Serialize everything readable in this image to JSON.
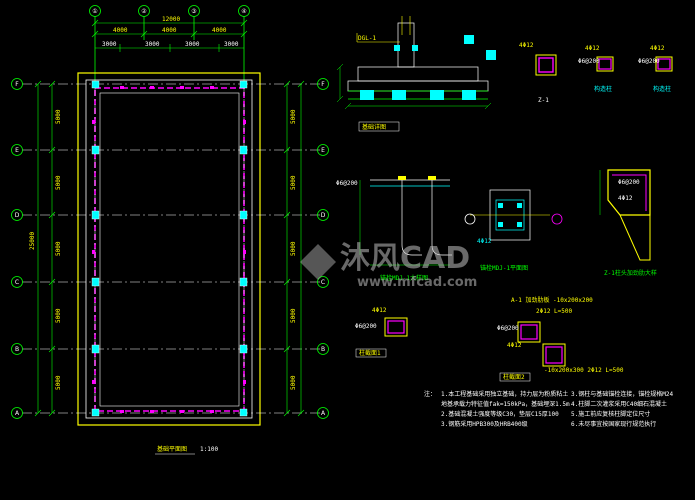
{
  "plan": {
    "title": "基础平面图",
    "scale": "1:100",
    "col_axes": [
      "①",
      "②",
      "③",
      "④"
    ],
    "row_axes_left": [
      "F",
      "E",
      "D",
      "C",
      "B",
      "A"
    ],
    "row_axes_right": [
      "F",
      "E",
      "D",
      "C",
      "B",
      "A"
    ],
    "top_total": "12000",
    "top_dims_upper": [
      "4000",
      "4000",
      "4000"
    ],
    "top_dims_lower": [
      "3000",
      "3000",
      "3000",
      "3000"
    ],
    "side_total": "25000",
    "side_dims": [
      "5000",
      "5000",
      "5000",
      "5000",
      "5000"
    ]
  },
  "details": {
    "foundation_section_tag": "DGL-1",
    "foundation_section_title": "基础详图",
    "anchor_a_title": "锚栓MDJ-1大样图",
    "anchor_b_title": "锚栓MDJ-1平面图",
    "cross_section_title": "Z-1柱头加劲肋大样",
    "gz_label": "构造柱",
    "section_1_label": "Z-1",
    "col_a_title": "柱截面1",
    "col_b_title": "柱截面2",
    "plate_spec": "A-1 加劲肋板 -10x200x200",
    "rebar_4d12": "4Φ12",
    "stirrup": "Φ6@200",
    "col_cap_note": "2Φ12  L=500",
    "col_plate_spec": "-10x200x300  2Φ12  L=500",
    "note_heading": "注：",
    "notes_left": [
      "1.本工程基础采用独立基础，持力层为粉质粘土",
      "地基承载力特征值fak=150kPa，基础埋深1.5m",
      "2.基础混凝土强度等级C30，垫层C15厚100",
      "3.钢筋采用HPB300及HRB400级"
    ],
    "notes_right": [
      "3.钢柱与基础锚栓连接，锚栓规格M24",
      "4.柱脚二次灌浆采用C40细石混凝土",
      "5.施工前应复核柱脚定位尺寸",
      "6.未尽事宜按国家现行规范执行"
    ]
  },
  "watermark": {
    "brand": "沐风CAD",
    "url": "www.mfcad.com"
  }
}
